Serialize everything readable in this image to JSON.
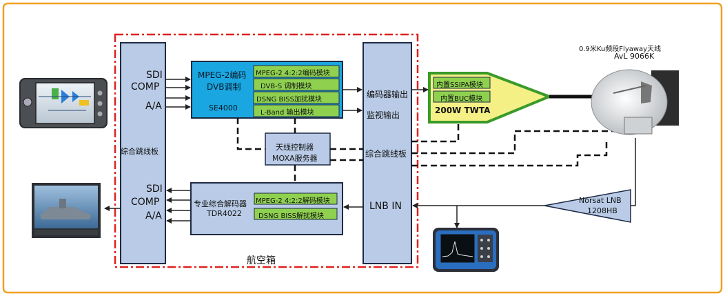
{
  "antenna": {
    "title_line1": "0.9米Ku频段Flyaway天线",
    "title_line2": "AvL 9066K"
  },
  "left_panel": {
    "label": "综合跳线板",
    "sdi": "SDI",
    "comp": "COMP",
    "aa": "A/A",
    "sdi2": "SDI",
    "comp2": "COMP",
    "aa2": "A/A"
  },
  "encoder": {
    "line1": "MPEG-2编码",
    "line2": "DVB调制",
    "line3": "SE4000",
    "modules": [
      "MPEG-2 4:2:2编码模块",
      "DVB-S 调制模块",
      "DSNG BISS加扰模块",
      "L-Band 输出模块"
    ]
  },
  "right_panel": {
    "encoder_out": "编码器输出",
    "monitor_out": "监视输出",
    "label": "综合跳线板",
    "lnb_in": "LNB IN"
  },
  "antenna_controller": {
    "line1": "天线控制器",
    "line2": "MOXA服务器"
  },
  "twta": {
    "module1": "内置SSIPA模块",
    "module2": "内置BUC模块",
    "label": "200W TWTA"
  },
  "decoder": {
    "line1": "专业综合解码器",
    "line2": "TDR4022",
    "modules": [
      "MPEG-2 4:2:2解码模块",
      "DSNG BISS解扰模块"
    ]
  },
  "lnb": {
    "line1": "Norsat LNB",
    "line2": "1208HB"
  },
  "flight_case": {
    "label": "航空箱"
  },
  "colors": {
    "frame_border": "#f0a020",
    "case_border": "#e02020",
    "panel_fill": "#b9cbe6",
    "encoder_fill": "#1aa6e0",
    "module_fill": "#8fd14f",
    "twta_fill": "#f4f086",
    "twta_border": "#3a9a2a"
  }
}
